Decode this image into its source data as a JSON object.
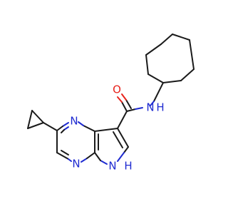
{
  "atoms": {
    "amide_n": {
      "label": "N",
      "color": "#1f2bd1"
    },
    "amide_h": {
      "label": "H",
      "color": "#1f2bd1"
    },
    "carbonyl_o": {
      "label": "O",
      "color": "#e8231c"
    },
    "pyrazine_n1": {
      "label": "N",
      "color": "#1f2bd1"
    },
    "pyrazine_n4": {
      "label": "N",
      "color": "#1f2bd1"
    },
    "pyrrole_n": {
      "label": "N",
      "color": "#1f2bd1"
    },
    "pyrrole_h": {
      "label": "H",
      "color": "#1f2bd1"
    }
  },
  "colors": {
    "bond": "#1a1a1a",
    "nitrogen": "#1f2bd1",
    "oxygen": "#e8231c",
    "background": "#ffffff"
  }
}
